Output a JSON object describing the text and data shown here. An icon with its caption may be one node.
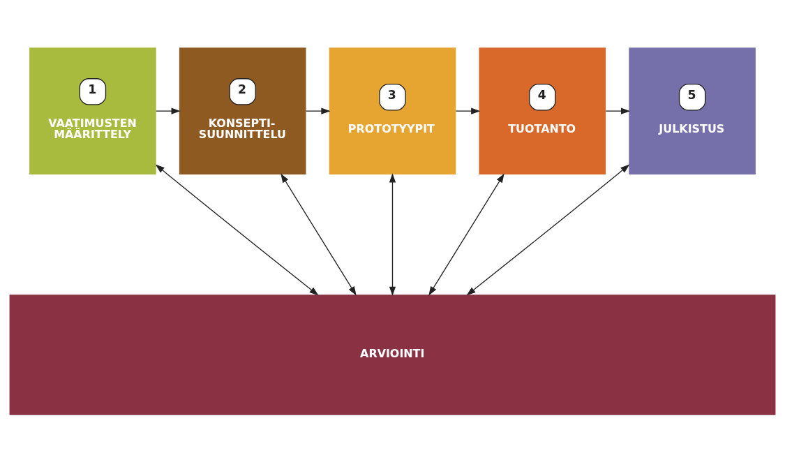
{
  "diagram": {
    "nodes": [
      {
        "text": [
          "1",
          "VAATIMUSTEN MÄÄRITTELY"
        ]
      },
      {
        "text": [
          "2",
          "KONSEPTI-SUUNNITTELU"
        ]
      },
      {
        "text": [
          "3",
          "PROTOTYYPIT"
        ]
      },
      {
        "text": [
          "4",
          "TUOTANTO"
        ]
      },
      {
        "text": [
          "5",
          "JULKISTUS"
        ]
      },
      {
        "text": [
          "ARVIOINTI"
        ]
      }
    ],
    "edges": [
      {
        "from": 0,
        "to": 1,
        "arrow": "to"
      },
      {
        "from": 1,
        "to": 2,
        "arrow": "to"
      },
      {
        "from": 2,
        "to": 3,
        "arrow": "to"
      },
      {
        "from": 3,
        "to": 4,
        "arrow": "to"
      },
      {
        "from": 0,
        "to": 5,
        "arrow": "both"
      },
      {
        "from": 1,
        "to": 5,
        "arrow": "both"
      },
      {
        "from": 2,
        "to": 5,
        "arrow": "both"
      },
      {
        "from": 3,
        "to": 5,
        "arrow": "both"
      },
      {
        "from": 4,
        "to": 5,
        "arrow": "both"
      }
    ]
  }
}
